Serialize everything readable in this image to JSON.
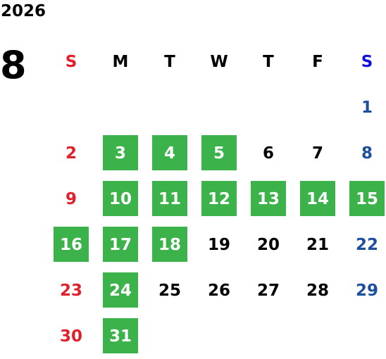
{
  "year": "2026",
  "month": "8",
  "colors": {
    "sunday": "#e0202a",
    "saturday": "#1e4f9e",
    "saturday_header": "#1010e0",
    "weekday": "#000000",
    "highlight": "#3bb34a",
    "highlight_text": "#ffffff"
  },
  "weekdays": [
    "S",
    "M",
    "T",
    "W",
    "T",
    "F",
    "S"
  ],
  "days": [
    {
      "d": "1",
      "marked": false
    },
    {
      "d": "2",
      "marked": false
    },
    {
      "d": "3",
      "marked": true
    },
    {
      "d": "4",
      "marked": true
    },
    {
      "d": "5",
      "marked": true
    },
    {
      "d": "6",
      "marked": false
    },
    {
      "d": "7",
      "marked": false
    },
    {
      "d": "8",
      "marked": false
    },
    {
      "d": "9",
      "marked": false
    },
    {
      "d": "10",
      "marked": true
    },
    {
      "d": "11",
      "marked": true
    },
    {
      "d": "12",
      "marked": true
    },
    {
      "d": "13",
      "marked": true
    },
    {
      "d": "14",
      "marked": true
    },
    {
      "d": "15",
      "marked": true
    },
    {
      "d": "16",
      "marked": true
    },
    {
      "d": "17",
      "marked": true
    },
    {
      "d": "18",
      "marked": true
    },
    {
      "d": "19",
      "marked": false
    },
    {
      "d": "20",
      "marked": false
    },
    {
      "d": "21",
      "marked": false
    },
    {
      "d": "22",
      "marked": false
    },
    {
      "d": "23",
      "marked": false
    },
    {
      "d": "24",
      "marked": true
    },
    {
      "d": "25",
      "marked": false
    },
    {
      "d": "26",
      "marked": false
    },
    {
      "d": "27",
      "marked": false
    },
    {
      "d": "28",
      "marked": false
    },
    {
      "d": "29",
      "marked": false
    },
    {
      "d": "30",
      "marked": false
    },
    {
      "d": "31",
      "marked": true
    }
  ]
}
